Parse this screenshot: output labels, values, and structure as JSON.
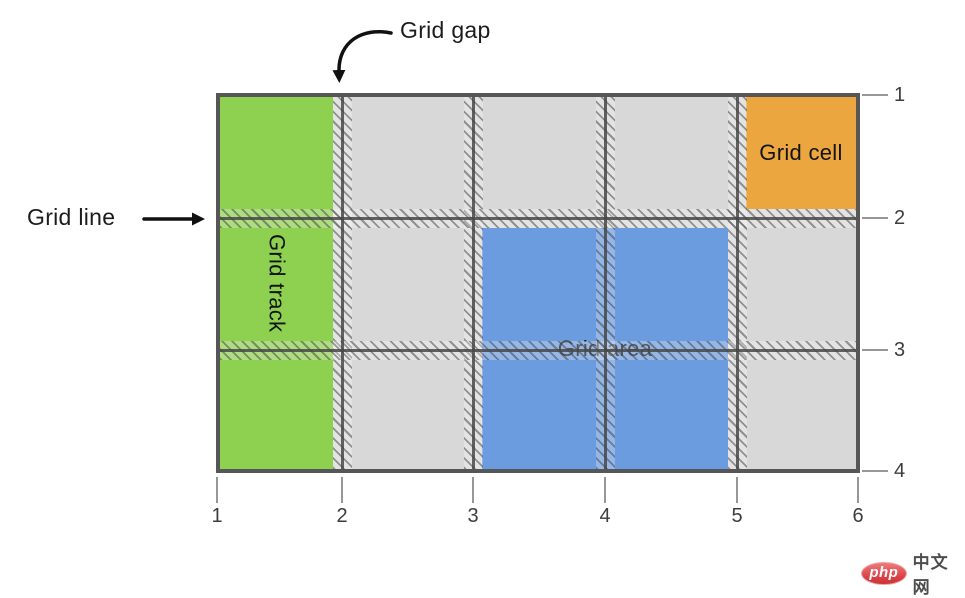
{
  "annotations": {
    "grid_gap_label": "Grid gap",
    "grid_line_label": "Grid line"
  },
  "regions": {
    "grid_track": {
      "label": "Grid track",
      "color": "#8ed04f"
    },
    "grid_area": {
      "label": "Grid area",
      "color": "#6b9ce0"
    },
    "grid_cell": {
      "label": "Grid cell",
      "color": "#eba63f"
    }
  },
  "axes": {
    "column_lines": [
      "1",
      "2",
      "3",
      "4",
      "5",
      "6"
    ],
    "row_lines": [
      "1",
      "2",
      "3",
      "4"
    ]
  },
  "palette": {
    "cell_background": "#d8d8d8",
    "grid_border": "#565656",
    "tick_gray": "#979797",
    "arrow_black": "#111111",
    "watermark_red": "#d93f42"
  },
  "watermark": {
    "logo": "php",
    "site": "中文网"
  }
}
